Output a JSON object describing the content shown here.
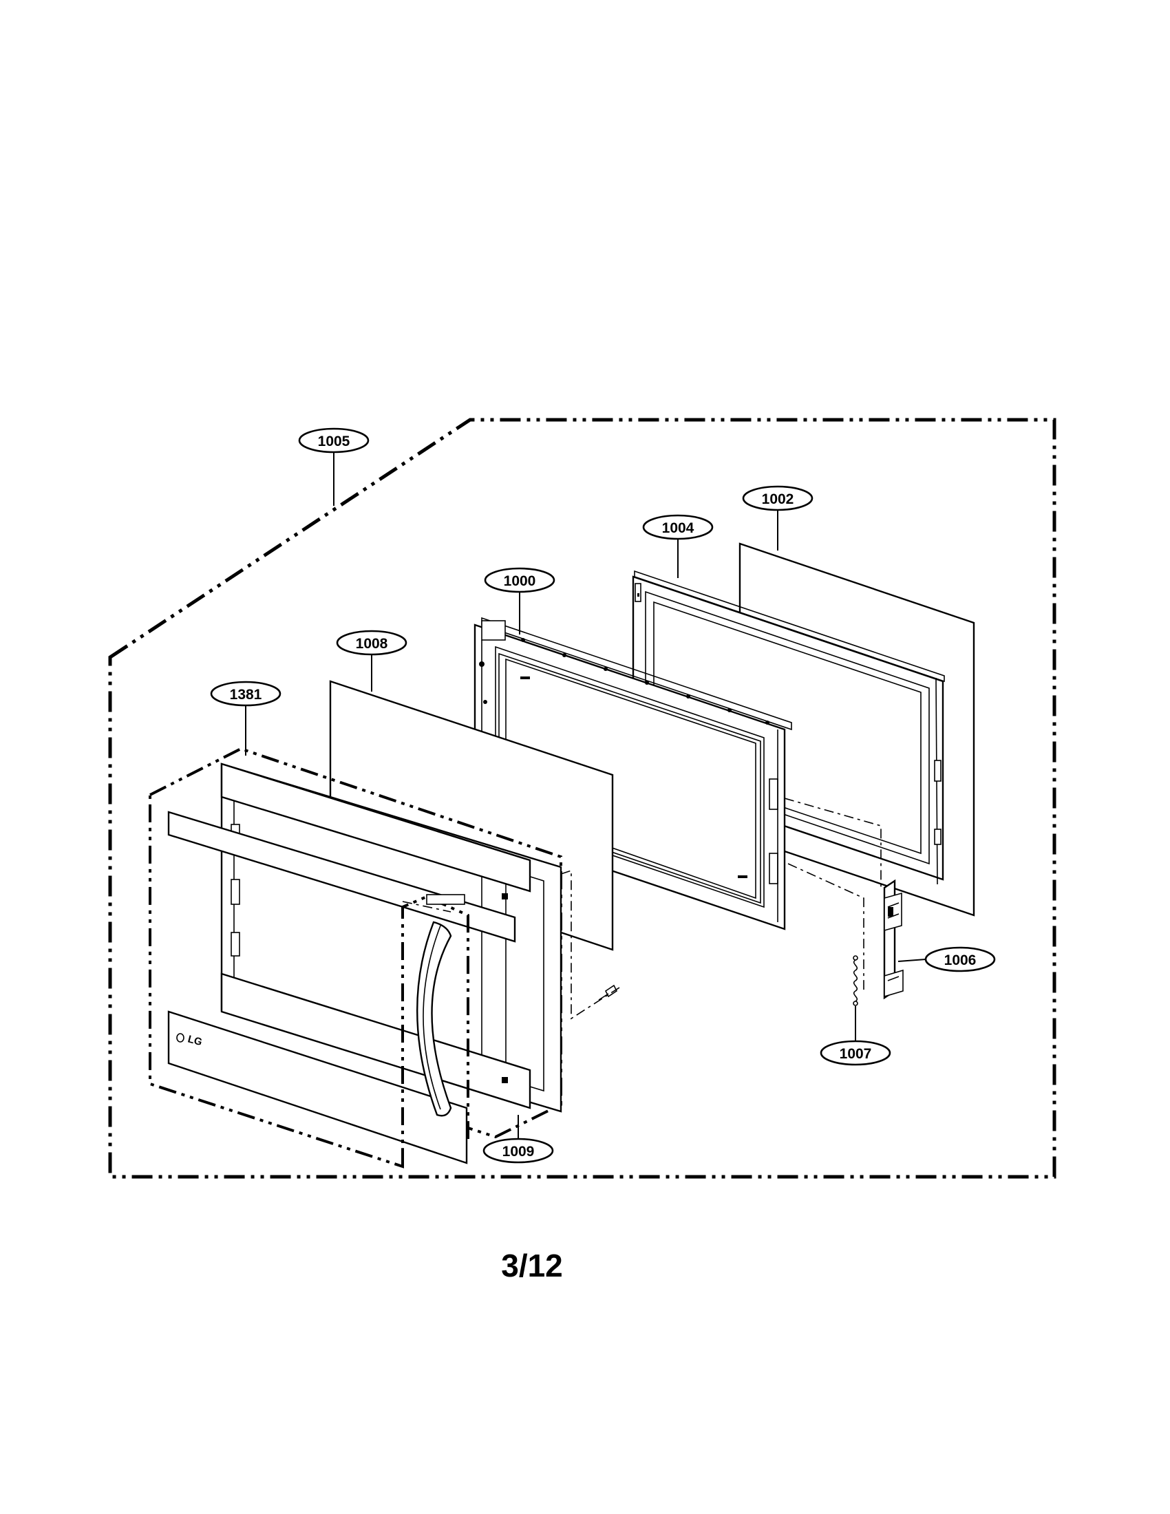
{
  "diagram": {
    "callouts": {
      "c1005": "1005",
      "c1002": "1002",
      "c1004": "1004",
      "c1000": "1000",
      "c1008": "1008",
      "c1381": "1381",
      "c1006": "1006",
      "c1007": "1007",
      "c1009": "1009"
    },
    "logo_text": "LG",
    "page_number": "3/12"
  },
  "colors": {
    "line": "#000000",
    "background": "#ffffff"
  }
}
